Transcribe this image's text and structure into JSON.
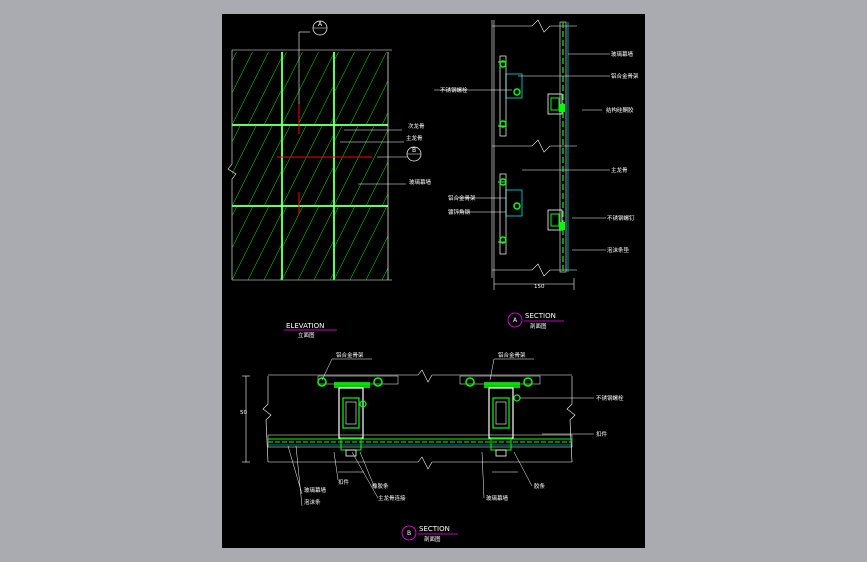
{
  "colors": {
    "viewport_bg": "#a9abb1",
    "sheet_bg": "#000000",
    "green": "#00ff00",
    "cyan": "#00ffff",
    "white": "#ffffff",
    "magenta": "#ff00ff",
    "red": "#ff0000",
    "yellow": "#ffff00"
  },
  "elevation": {
    "title": "ELEVATION",
    "subtitle": "立面图",
    "callouts": [
      "主龙骨",
      "次龙骨",
      "玻璃幕墙"
    ]
  },
  "section_a": {
    "tag": "A",
    "title": "SECTION",
    "subtitle": "剖面图",
    "callouts": [
      "玻璃幕墙",
      "铝合金骨架",
      "不锈钢螺栓",
      "结构硅酮胶",
      "主龙骨",
      "铝合金骨架",
      "镀锌角钢",
      "不锈钢螺钉",
      "泡沫条垫"
    ],
    "dim": "150"
  },
  "section_b": {
    "tag": "B",
    "title": "SECTION",
    "subtitle": "剖面图",
    "callouts_left": [
      "铝合金骨架",
      "玻璃幕墙",
      "泡沫条",
      "扣件",
      "橡胶条",
      "主龙骨连接"
    ],
    "callouts_right": [
      "铝合金骨架",
      "不锈钢螺栓",
      "扣件",
      "玻璃幕墙",
      "胶条"
    ],
    "dim": "50"
  },
  "markers": {
    "elevation_top": "A",
    "elevation_mid": "B"
  }
}
